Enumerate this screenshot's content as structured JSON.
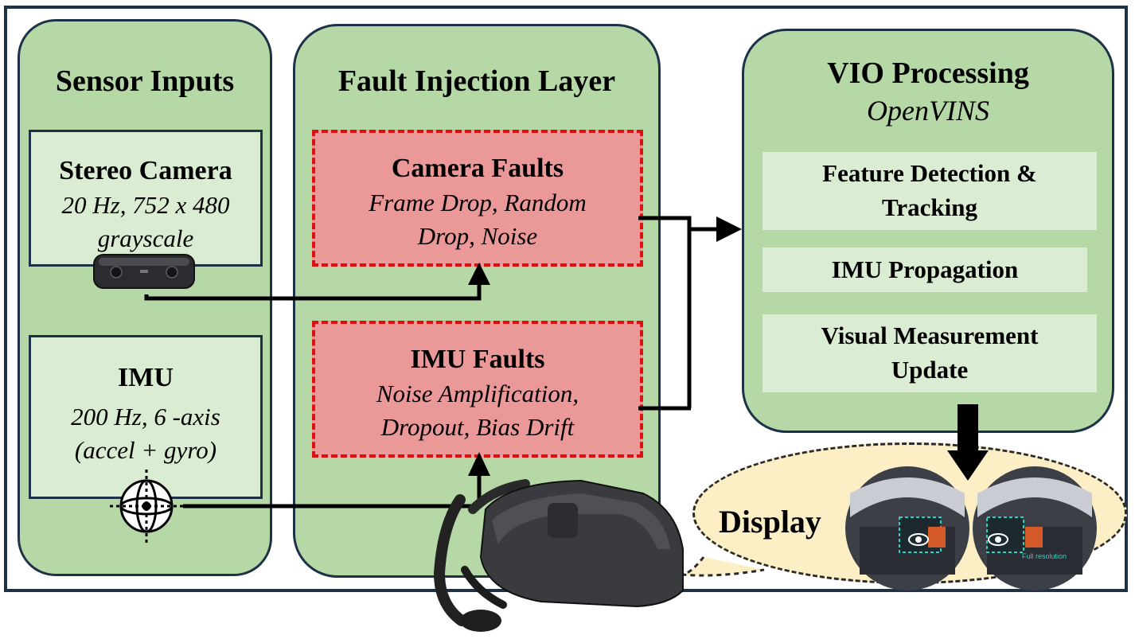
{
  "sensor_inputs": {
    "title": "Sensor Inputs",
    "camera": {
      "title": "Stereo Camera",
      "line1": "20 Hz, 752 x 480",
      "line2": "grayscale"
    },
    "imu": {
      "title": "IMU",
      "line1": "200 Hz, 6 -axis",
      "line2": "(accel + gyro)"
    }
  },
  "fault_layer": {
    "title": "Fault Injection Layer",
    "camera_faults": {
      "title": "Camera Faults",
      "line1": "Frame Drop, Random",
      "line2": "Drop, Noise"
    },
    "imu_faults": {
      "title": "IMU Faults",
      "line1": "Noise Amplification,",
      "line2": "Dropout, Bias Drift"
    }
  },
  "vio": {
    "title": "VIO Processing",
    "subtitle": "OpenVINS",
    "steps": {
      "feature_line1": "Feature Detection &",
      "feature_line2": "Tracking",
      "imu_propagation": "IMU Propagation",
      "visual_line1": "Visual Measurement",
      "visual_line2": "Update"
    }
  },
  "display": {
    "label": "Display",
    "screen_overlay_text": "Full resolution"
  },
  "icons": [
    "stereo-camera-icon",
    "imu-gyroscope-icon",
    "vr-headset-icon",
    "cockpit-view-icon",
    "eye-icon"
  ],
  "colors": {
    "panel_fill": "#b6d8a7",
    "box_fill": "#daecd2",
    "fault_fill": "#eb9898",
    "fault_border": "#e01010",
    "border": "#1e3247",
    "display_bubble": "#fcefc6"
  }
}
